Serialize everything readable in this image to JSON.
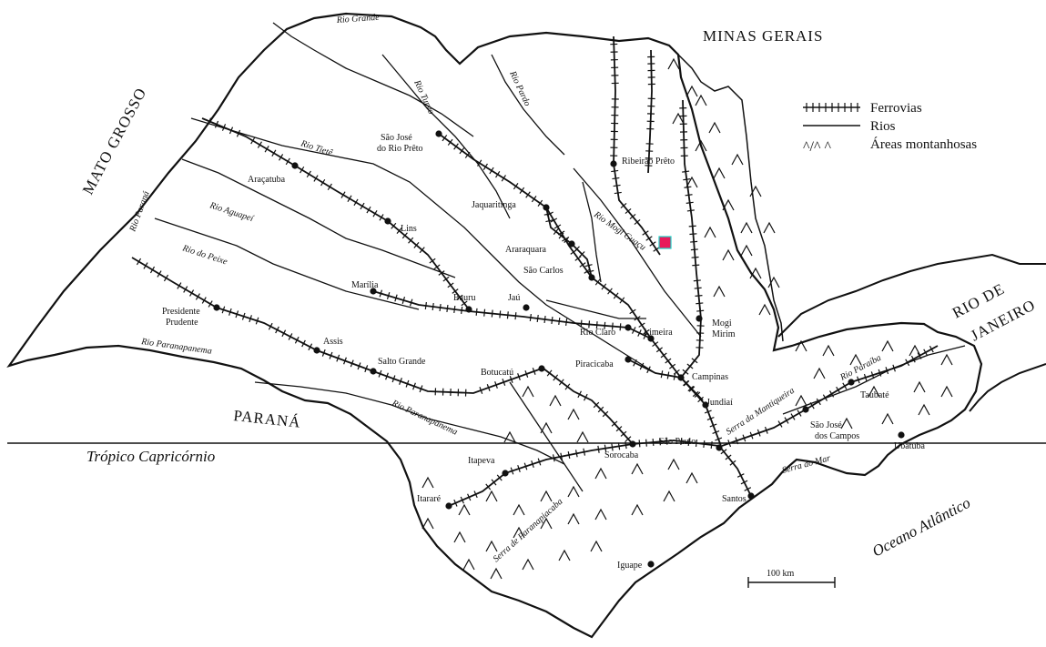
{
  "states": {
    "minas_gerais": "MINAS GERAIS",
    "mato_grosso": "MATO GROSSO",
    "parana": "PARANÁ",
    "rio_de_janeiro_1": "RIO DE",
    "rio_de_janeiro_2": "JANEIRO"
  },
  "legend": {
    "railways": "Ferrovias",
    "rivers": "Rios",
    "mountains": "Áreas montanhosas"
  },
  "rivers": {
    "rio_grande": "Rio Grande",
    "rio_turvo": "Rio Turvo",
    "rio_pardo": "Rio Pardo",
    "rio_parana": "Rio Paraná",
    "rio_tiete": "Rio Tietê",
    "rio_aguapei": "Rio Aguapeí",
    "rio_do_peixe": "Rio do Peixe",
    "rio_paranapanema_1": "Rio Paranapanema",
    "rio_paranapanema_2": "Rio Paranapanema",
    "rio_mogi_guacu": "Rio Mogi Guaçu",
    "rio_paraiba": "Rio Paraíba"
  },
  "serras": {
    "mantiqueira": "Serra da Mantiqueira",
    "mar": "Serra do Mar",
    "paranapiacaba": "Serra de Paranapiacaba"
  },
  "cities": {
    "sao_jose_rio_preto_1": "São José",
    "sao_jose_rio_preto_2": "do Rio Prêto",
    "ribeirao_preto": "Ribeirão Prêto",
    "aracatuba": "Araçatuba",
    "lins": "Lins",
    "jaquaritinga": "Jaquaritinga",
    "araraquara": "Araraquara",
    "sao_carlos": "São Carlos",
    "jau": "Jaú",
    "marilia": "Marília",
    "bauru": "Bauru",
    "rio_claro": "Rio Claro",
    "limeira": "Limeira",
    "mogi_mirim_1": "Mogi",
    "mogi_mirim_2": "Mirim",
    "presidente_prudente_1": "Presidente",
    "presidente_prudente_2": "Prudente",
    "assis": "Assis",
    "salto_grande": "Salto Grande",
    "botucatu": "Botucatú",
    "piracicaba": "Piracicaba",
    "campinas": "Campinas",
    "jundiai": "Jundiaí",
    "taubate": "Taubaté",
    "sao_jose_campos_1": "São José",
    "sao_jose_campos_2": "dos Campos",
    "sao_paulo": "São Paulo",
    "sorocaba": "Sorocaba",
    "itapeva": "Itapeva",
    "itarare": "Itararé",
    "santos": "Santos",
    "ubatuba": "Ubatuba",
    "iguape": "Iguape"
  },
  "tropic": "Trópico Capricórnio",
  "ocean": "Oceano Atlântico",
  "scale": "100 km",
  "colors": {
    "ink": "#111111",
    "marker": "#e8195a",
    "marker_highlight": "#1fd3c6"
  }
}
